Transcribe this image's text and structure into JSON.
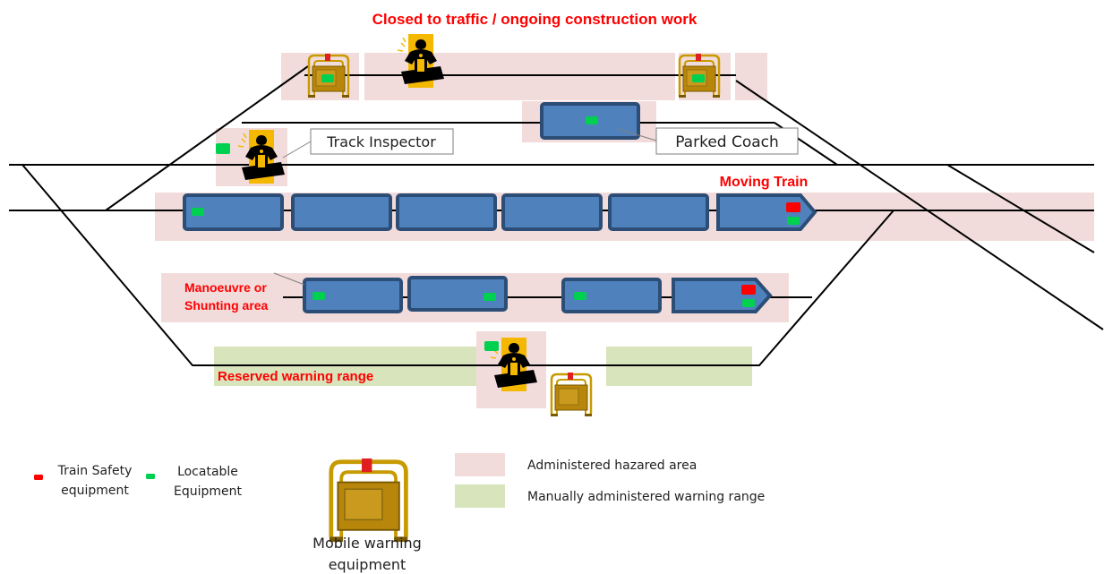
{
  "labels": {
    "closed_to_traffic": "Closed to traffic / ongoing construction work",
    "moving_train": "Moving Train",
    "manoeuvre_line1": "Manoeuvre or",
    "manoeuvre_line2": "Shunting area",
    "reserved_warning": "Reserved warning range",
    "track_inspector": "Track Inspector",
    "parked_coach": "Parked Coach"
  },
  "legend": {
    "train_safety_line1": "Train Safety",
    "train_safety_line2": "equipment",
    "locatable_line1": "Locatable",
    "locatable_line2": "Equipment",
    "mobile_warning_line1": "Mobile warning",
    "mobile_warning_line2": "equipment",
    "hazard_area": "Administered hazared area",
    "warning_range": "Manually administered warning range"
  },
  "colors": {
    "hazard_fill": "#f2dcdb",
    "warning_fill": "#d8e4bc",
    "coach_fill": "#4f81bd",
    "coach_stroke": "#2c4d75",
    "safety_red": "#ff0000",
    "locatable_green": "#00d050",
    "label_red": "#ff0000",
    "worker_bg": "#f5b800"
  }
}
